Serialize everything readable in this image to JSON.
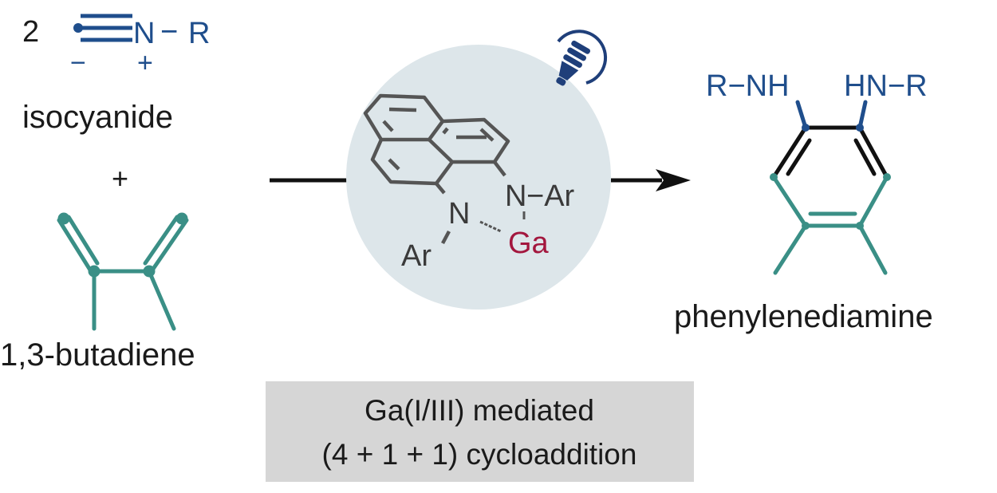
{
  "reactants": {
    "isocyanide": {
      "coefficient": "2",
      "atom_n": "N",
      "bond": "−",
      "group": "R",
      "minus": "−",
      "plus": "+",
      "label": "isocyanide"
    },
    "plus_sign": "+",
    "butadiene": {
      "label": "1,3-butadiene"
    }
  },
  "catalyst": {
    "n_upper": "N",
    "n_upper_sub": "−Ar",
    "n_lower": "N",
    "ar_lower": "Ar",
    "metal": "Ga",
    "icon": "lightbulb-icon"
  },
  "product": {
    "left_amine": "R−NH",
    "right_amine": "HN−R",
    "label": "phenylenediamine"
  },
  "caption": {
    "line1": "Ga(I/III) mediated",
    "line2": "(4 + 1 + 1) cycloaddition"
  },
  "colors": {
    "blue": "#1f4e8c",
    "teal": "#3a8f86",
    "gallium": "#a3173e",
    "circle": "#dde6ea",
    "caption_box": "#d6d6d6"
  }
}
